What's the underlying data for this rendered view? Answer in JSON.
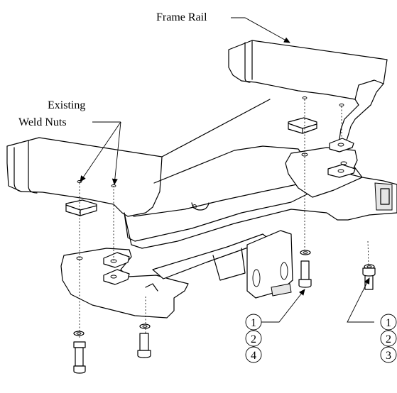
{
  "labels": {
    "frame_rail": "Frame Rail",
    "existing_line1": "Existing",
    "existing_line2": "Weld Nuts"
  },
  "callouts": {
    "left": [
      "1",
      "2",
      "4"
    ],
    "right": [
      "1",
      "2",
      "3"
    ]
  }
}
